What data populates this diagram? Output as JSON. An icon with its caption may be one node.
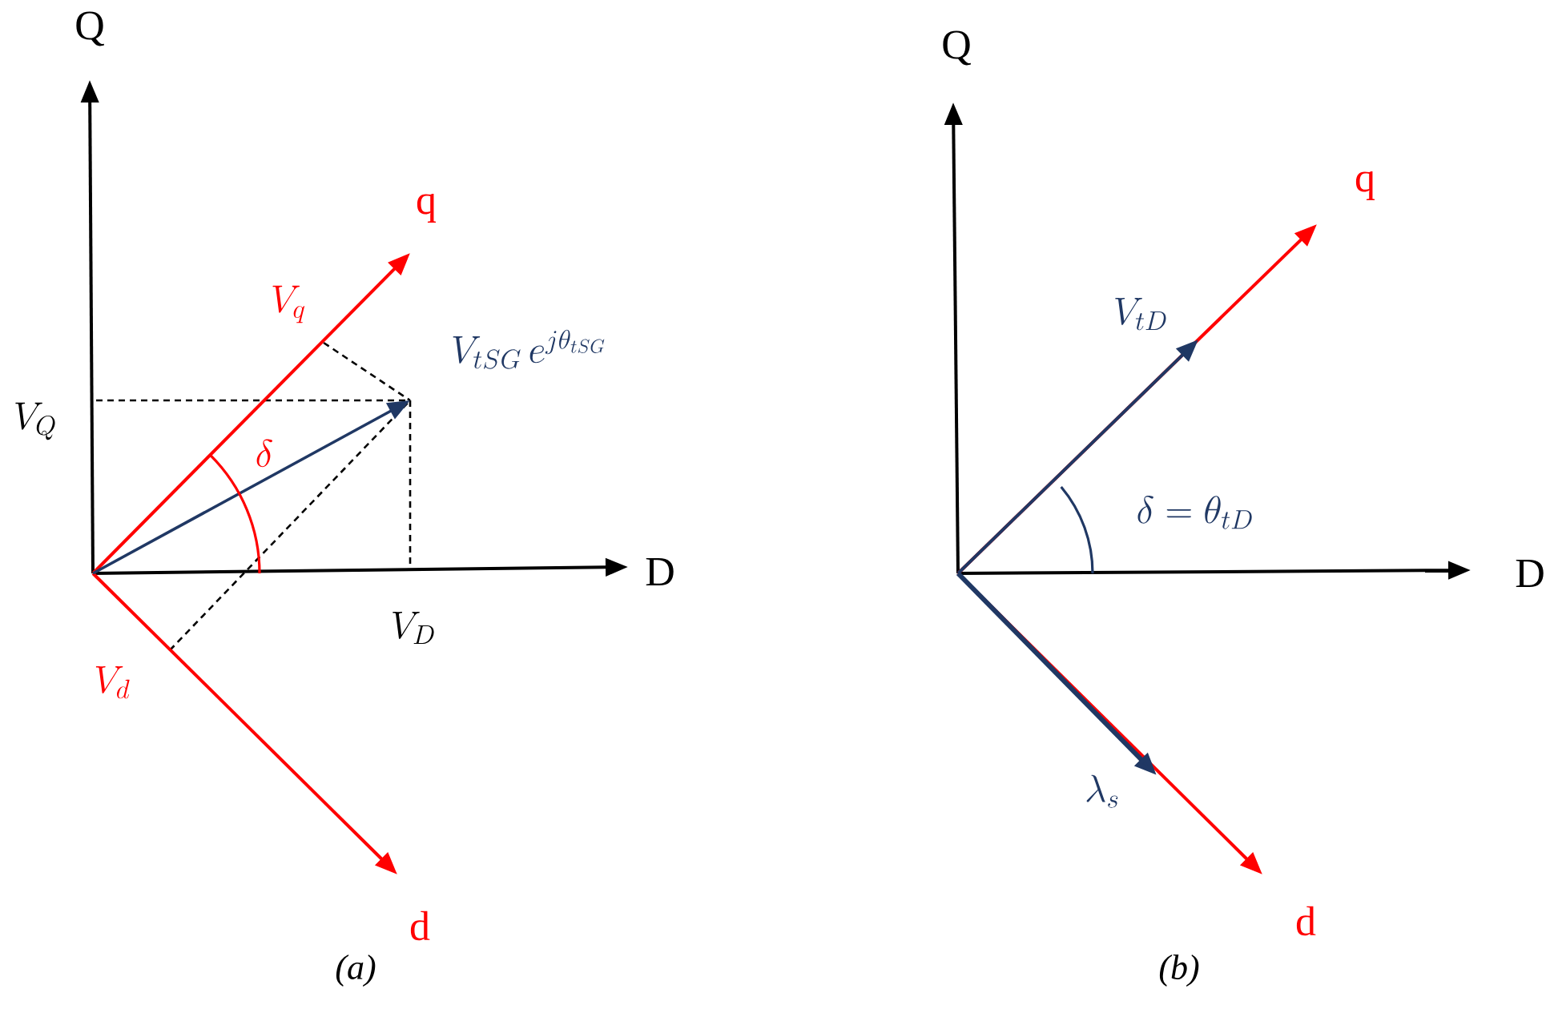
{
  "diagram": {
    "labels": [
      "Q",
      "Q",
      "q",
      "q",
      "V_{tSG}\\,e^{j\\theta_{tSG}}",
      "V_{q}",
      "V_{tD}",
      "V_{Q}",
      "\\delta",
      "\\delta = \\theta_{tD}",
      "D",
      "D",
      "V_{D}",
      "V_{d}",
      "\\lambda_{s}",
      "d",
      "d",
      "(a)",
      "(b)"
    ]
  }
}
